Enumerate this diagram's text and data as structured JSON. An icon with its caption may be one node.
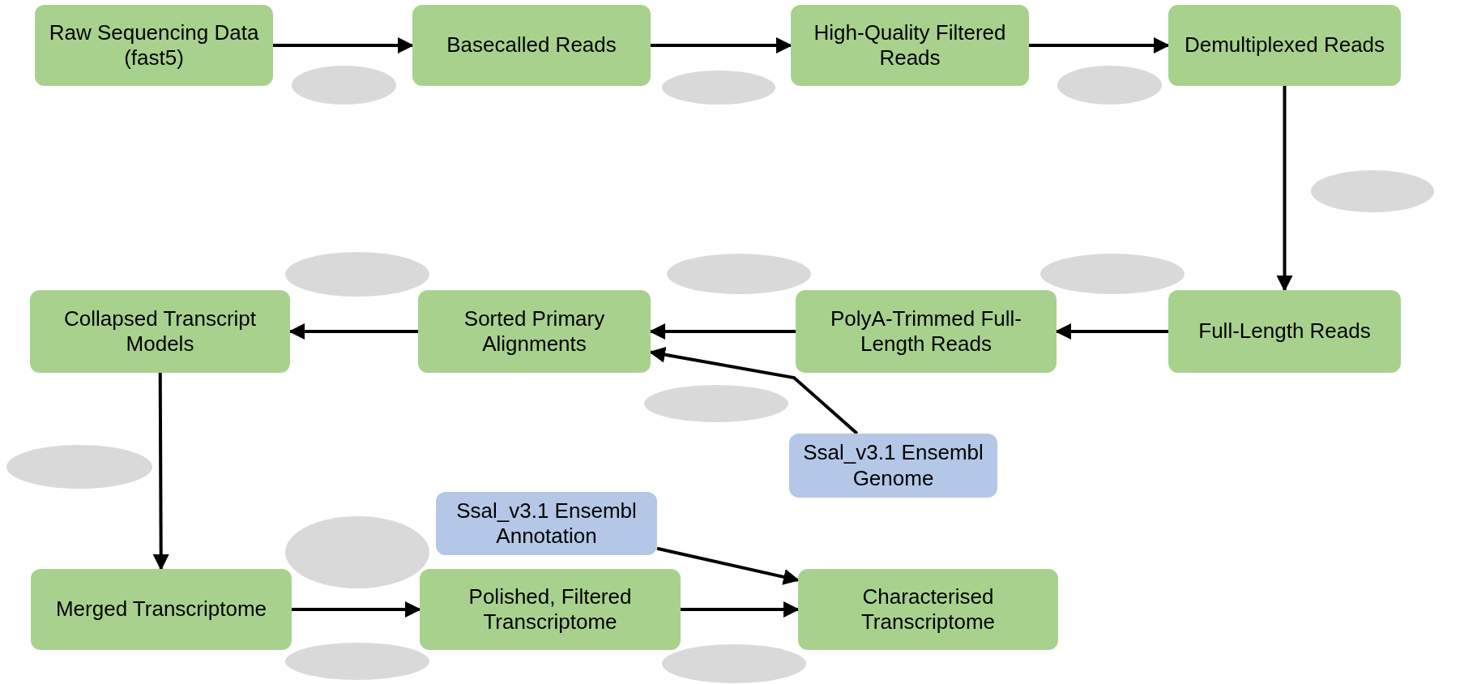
{
  "diagram": {
    "nodes": [
      {
        "text": [
          "Raw Sequencing Data (fast5)"
        ]
      },
      {
        "text": [
          "Basecalled Reads"
        ]
      },
      {
        "text": [
          "High-Quality Filtered Reads"
        ]
      },
      {
        "text": [
          "Demultiplexed Reads"
        ]
      },
      {
        "text": [],
        "shape": "ellipse"
      },
      {
        "text": [],
        "shape": "ellipse"
      },
      {
        "text": [],
        "shape": "ellipse"
      },
      {
        "text": [],
        "shape": "ellipse"
      },
      {
        "text": [],
        "shape": "ellipse"
      },
      {
        "text": [],
        "shape": "ellipse"
      },
      {
        "text": [],
        "shape": "ellipse"
      },
      {
        "text": [
          "Collapsed Transcript Models"
        ]
      },
      {
        "text": [
          "Sorted Primary Alignments"
        ]
      },
      {
        "text": [
          "PolyA-Trimmed Full-Length Reads"
        ]
      },
      {
        "text": [
          "Full-Length Reads"
        ]
      },
      {
        "text": [],
        "shape": "ellipse"
      },
      {
        "text": [],
        "shape": "ellipse"
      },
      {
        "text": [
          "Ssal_v3.1 Ensembl Genome"
        ]
      },
      {
        "text": [
          "Ssal_v3.1 Ensembl Annotation"
        ]
      },
      {
        "text": [],
        "shape": "ellipse"
      },
      {
        "text": [
          "Merged Transcriptome"
        ]
      },
      {
        "text": [
          "Polished, Filtered Transcriptome"
        ]
      },
      {
        "text": [
          "Characterised Transcriptome"
        ]
      },
      {
        "text": [],
        "shape": "ellipse"
      },
      {
        "text": [],
        "shape": "ellipse"
      }
    ],
    "edges": [
      {
        "from": 0,
        "to": 1,
        "arrow": "to"
      },
      {
        "from": 1,
        "to": 2,
        "arrow": "to"
      },
      {
        "from": 2,
        "to": 3,
        "arrow": "to"
      },
      {
        "from": 3,
        "to": 14,
        "arrow": "to"
      },
      {
        "from": 14,
        "to": 13,
        "arrow": "to"
      },
      {
        "from": 13,
        "to": 12,
        "arrow": "to"
      },
      {
        "from": 17,
        "to": 12,
        "arrow": "to"
      },
      {
        "from": 12,
        "to": 11,
        "arrow": "to"
      },
      {
        "from": 11,
        "to": 20,
        "arrow": "to"
      },
      {
        "from": 20,
        "to": 21,
        "arrow": "to"
      },
      {
        "from": 21,
        "to": 22,
        "arrow": "to"
      },
      {
        "from": 18,
        "to": 22,
        "arrow": "to"
      }
    ]
  }
}
